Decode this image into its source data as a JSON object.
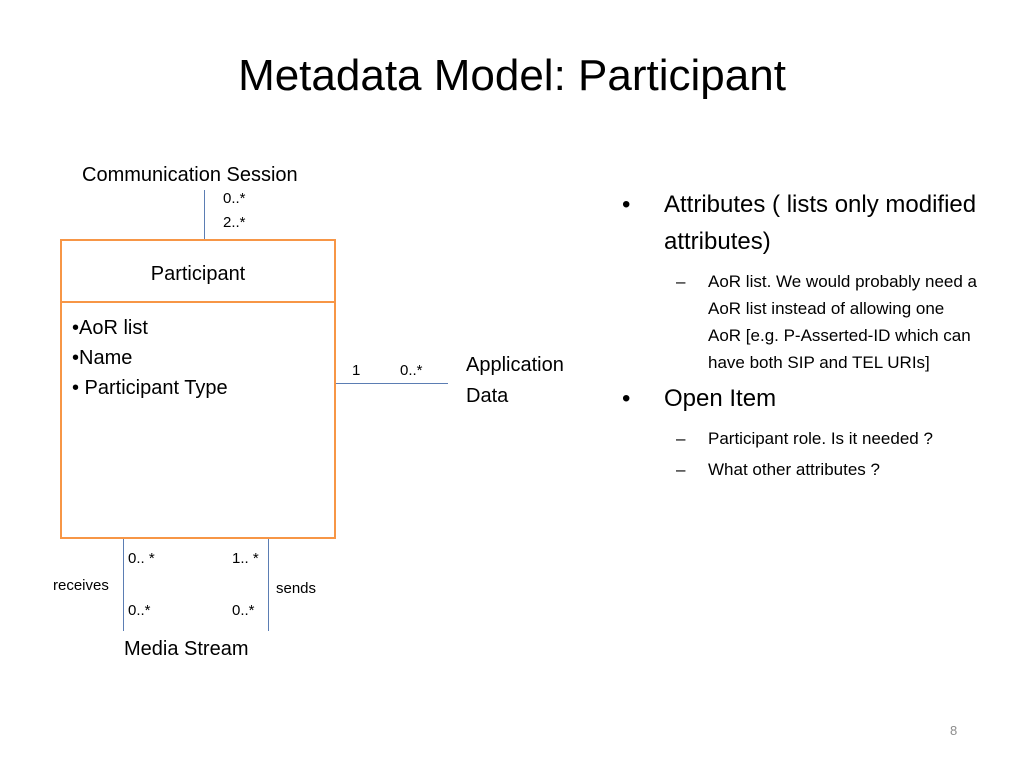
{
  "slide": {
    "title": "Metadata Model: Participant",
    "page_number": "8"
  },
  "diagram": {
    "top_entity": "Communication Session",
    "top_multiplicity_1": "0..*",
    "top_multiplicity_2": "2..*",
    "class_name": "Participant",
    "attributes": [
      "•AoR list",
      "•Name",
      "• Participant Type"
    ],
    "right_multiplicity_near": "1",
    "right_multiplicity_far": "0..*",
    "right_entity_line1": "Application",
    "right_entity_line2": "Data",
    "bottom_left_top_mult": "0.. *",
    "bottom_right_top_mult": "1.. *",
    "bottom_left_bottom_mult": "0..*",
    "bottom_right_bottom_mult": "0..*",
    "receives_label": "receives",
    "sends_label": "sends",
    "bottom_entity": "Media Stream"
  },
  "bullets": [
    {
      "text": "Attributes ( lists only modified attributes)",
      "sub": [
        "AoR list. We would probably need a AoR list instead of allowing one AoR [e.g. P-Asserted-ID which can have both SIP and TEL URIs]"
      ]
    },
    {
      "text": "Open Item",
      "sub": [
        "Participant role. Is it needed ?",
        "What other attributes ?"
      ]
    }
  ],
  "glyphs": {
    "bullet": "•",
    "dash": "–"
  }
}
